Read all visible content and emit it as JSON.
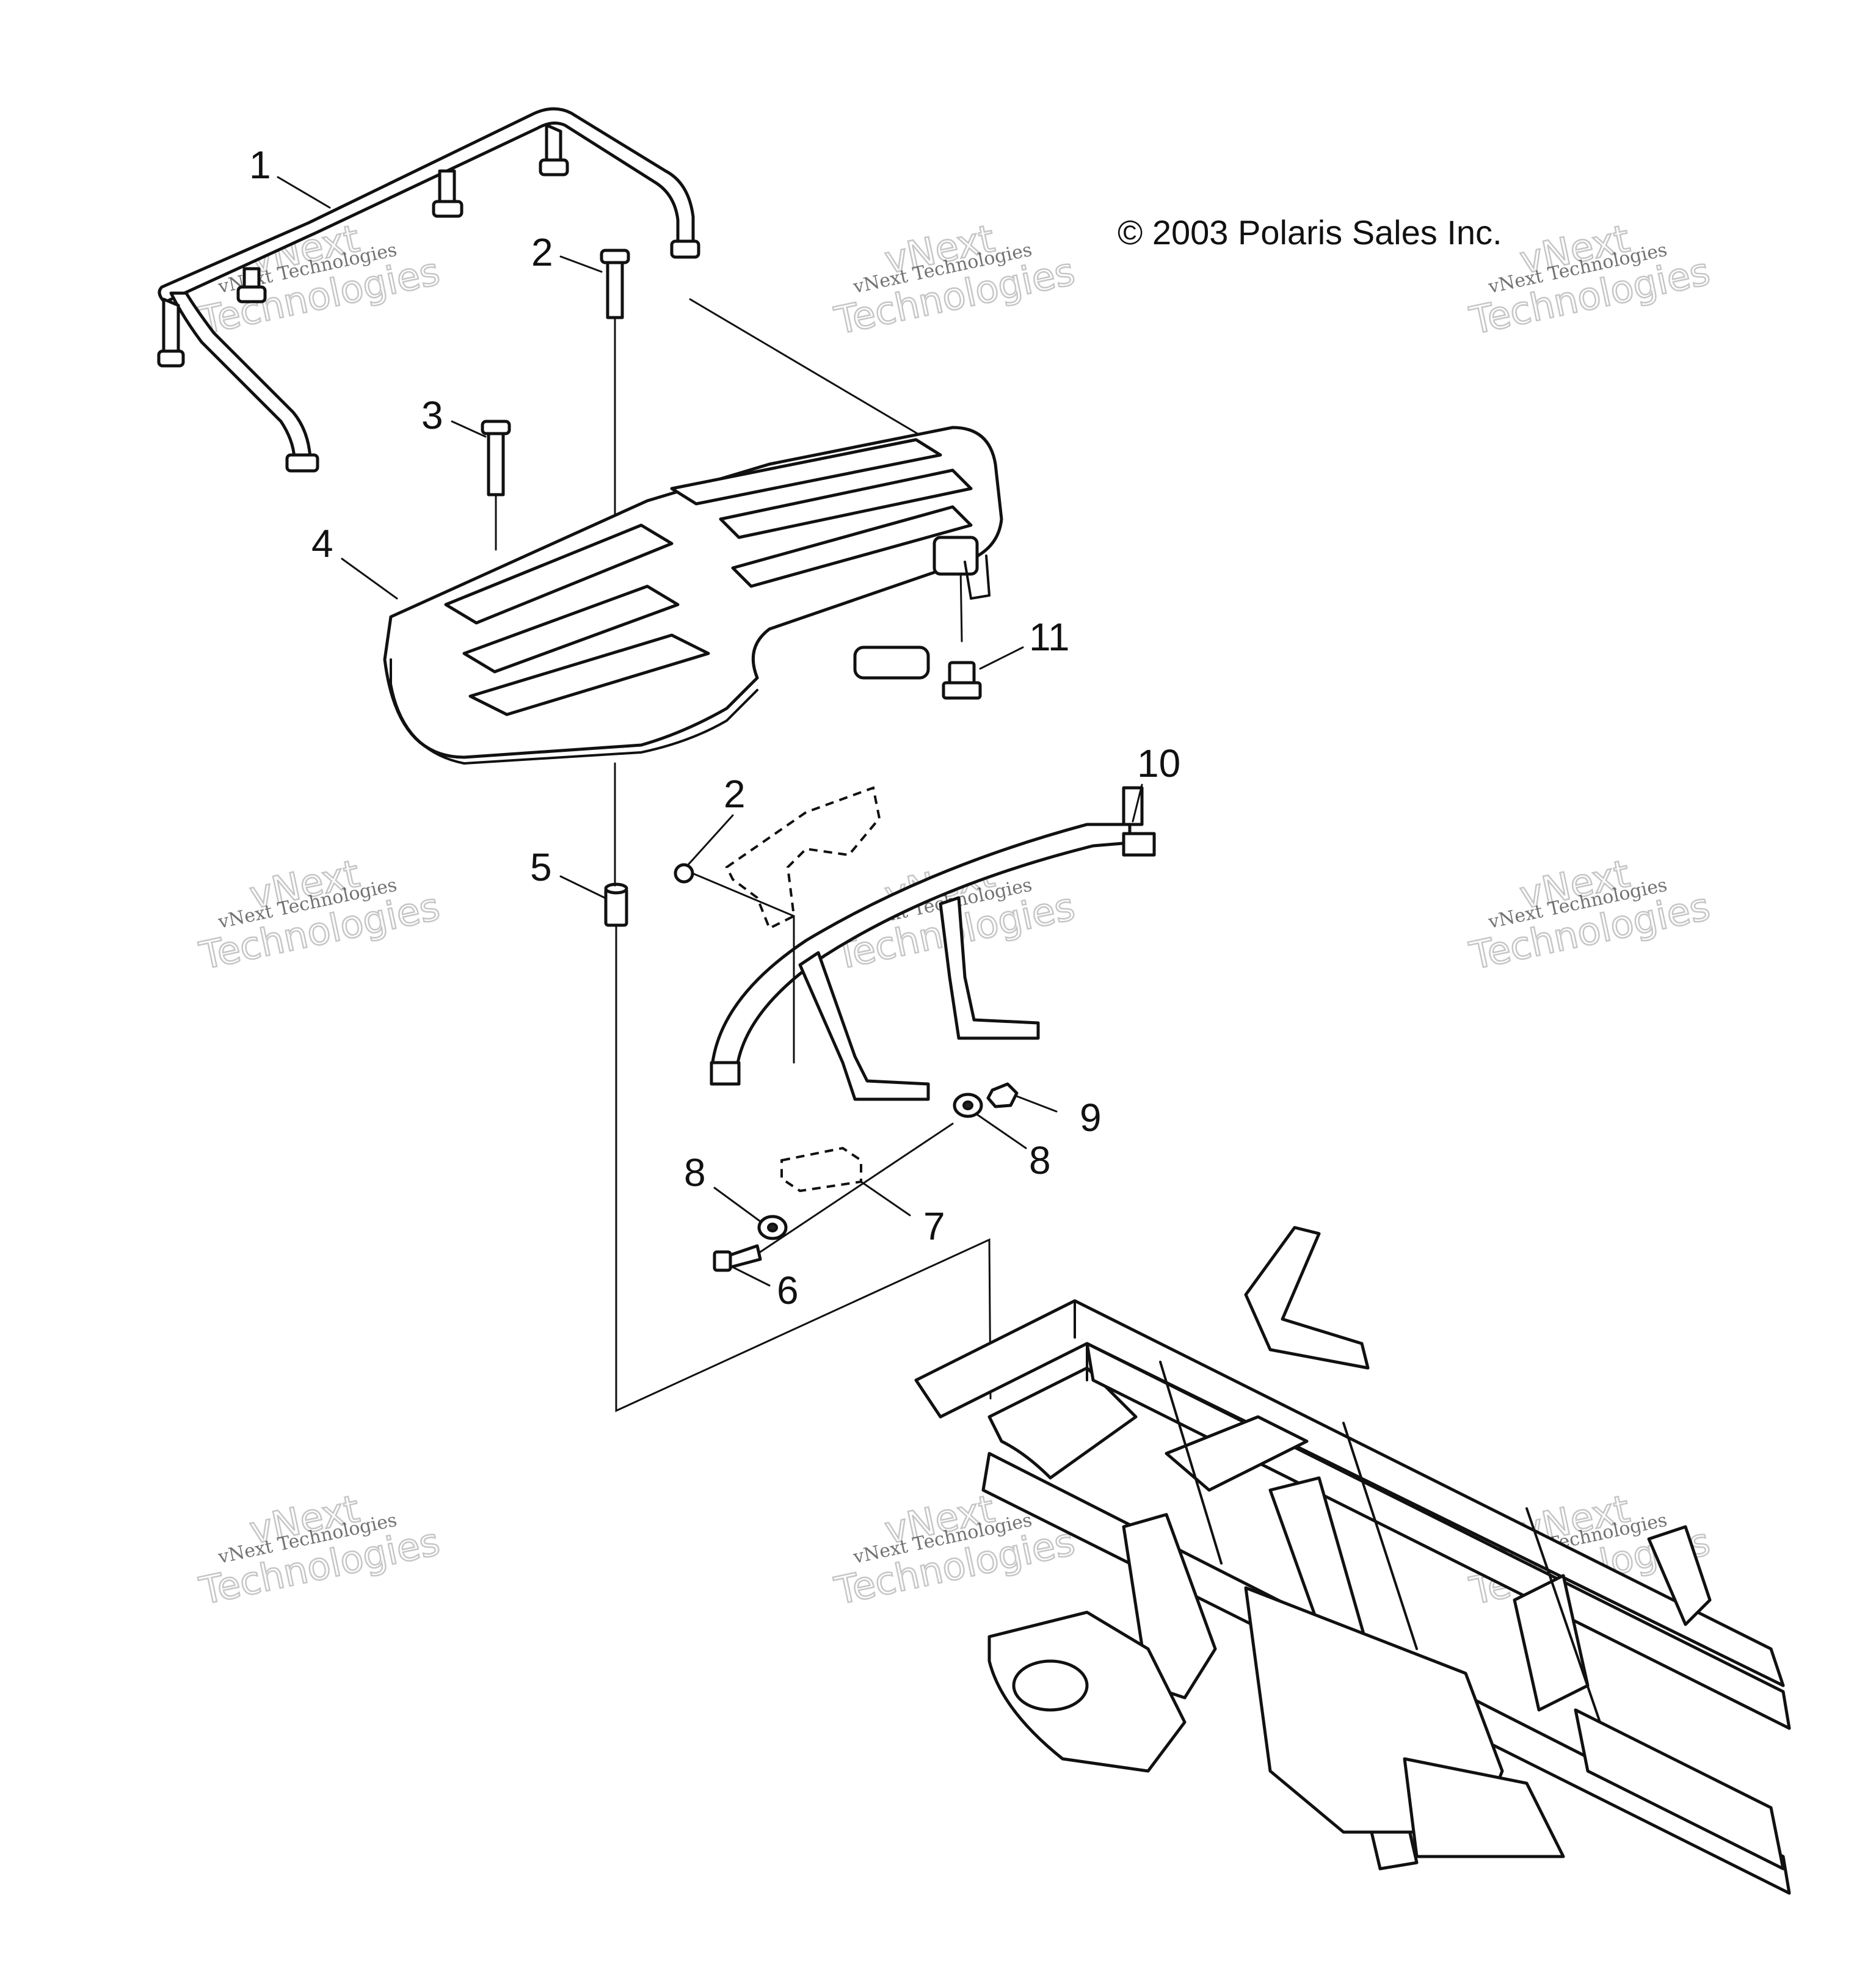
{
  "copyright": "© 2003 Polaris Sales Inc.",
  "watermark": {
    "line1": "vNext Technologies",
    "line2": "vNext",
    "line3": "Technologies"
  },
  "callouts": [
    {
      "id": "1",
      "label": "1",
      "part": "rear rack grab bar"
    },
    {
      "id": "2a",
      "label": "2",
      "part": "bolt"
    },
    {
      "id": "3",
      "label": "3",
      "part": "bolt"
    },
    {
      "id": "4",
      "label": "4",
      "part": "rear rack"
    },
    {
      "id": "11",
      "label": "11",
      "part": "nut"
    },
    {
      "id": "5",
      "label": "5",
      "part": "spacer"
    },
    {
      "id": "2b",
      "label": "2",
      "part": "bolt"
    },
    {
      "id": "10",
      "label": "10",
      "part": "rear bumper"
    },
    {
      "id": "9",
      "label": "9",
      "part": "nut"
    },
    {
      "id": "8a",
      "label": "8",
      "part": "washer"
    },
    {
      "id": "8b",
      "label": "8",
      "part": "washer"
    },
    {
      "id": "7",
      "label": "7",
      "part": "plate"
    },
    {
      "id": "6",
      "label": "6",
      "part": "screw"
    }
  ]
}
